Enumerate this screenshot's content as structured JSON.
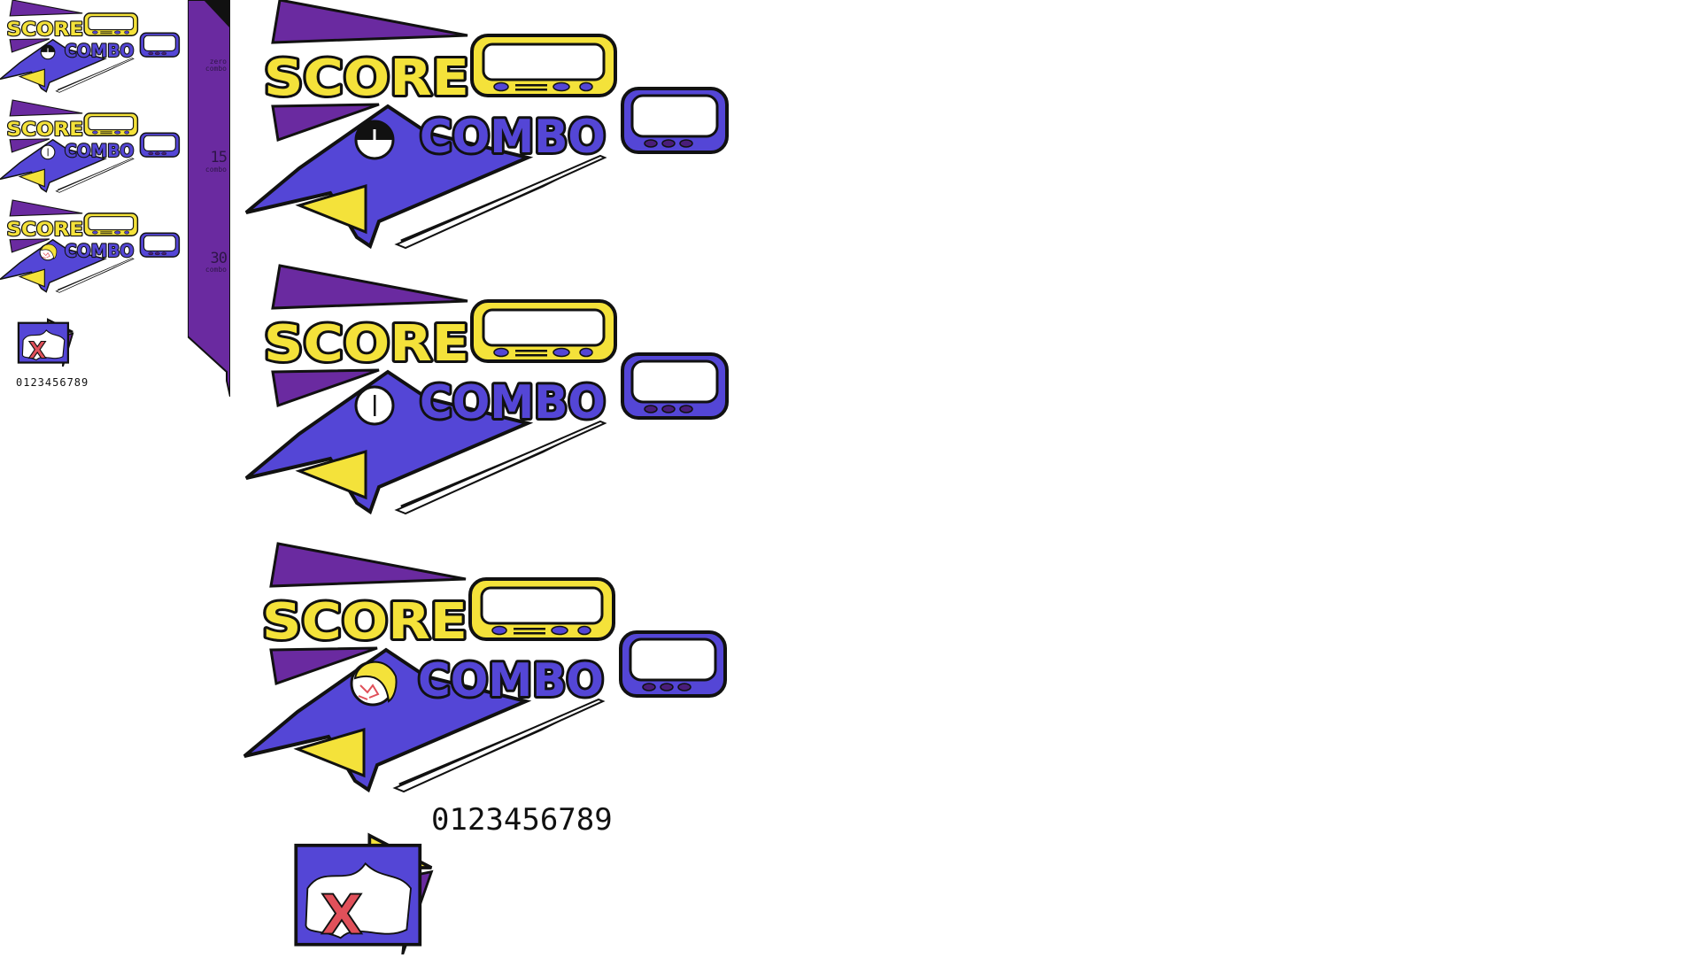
{
  "hud": {
    "score_word": "SCORE",
    "combo_word": "COMBO",
    "variants": [
      {
        "id": "neutral",
        "badge": "dark-half-circle-icon"
      },
      {
        "id": "calm",
        "badge": "white-circle-icon"
      },
      {
        "id": "hyped",
        "badge": "blonde-face-icon"
      }
    ]
  },
  "combo_strip": {
    "tiers": [
      {
        "value": "zero",
        "label": "combo"
      },
      {
        "value": "15",
        "label": "combo"
      },
      {
        "value": "30",
        "label": "combo"
      }
    ]
  },
  "digits": {
    "small": "0123456789",
    "large": "0123456789"
  },
  "miss_badge": {
    "mark": "X"
  },
  "colors": {
    "yellow": "#f4e23a",
    "blue": "#5446d6",
    "purple": "#6a2aa0",
    "dark_purple": "#4a1d7a",
    "ink": "#111111",
    "miss_red": "#e0505a"
  }
}
